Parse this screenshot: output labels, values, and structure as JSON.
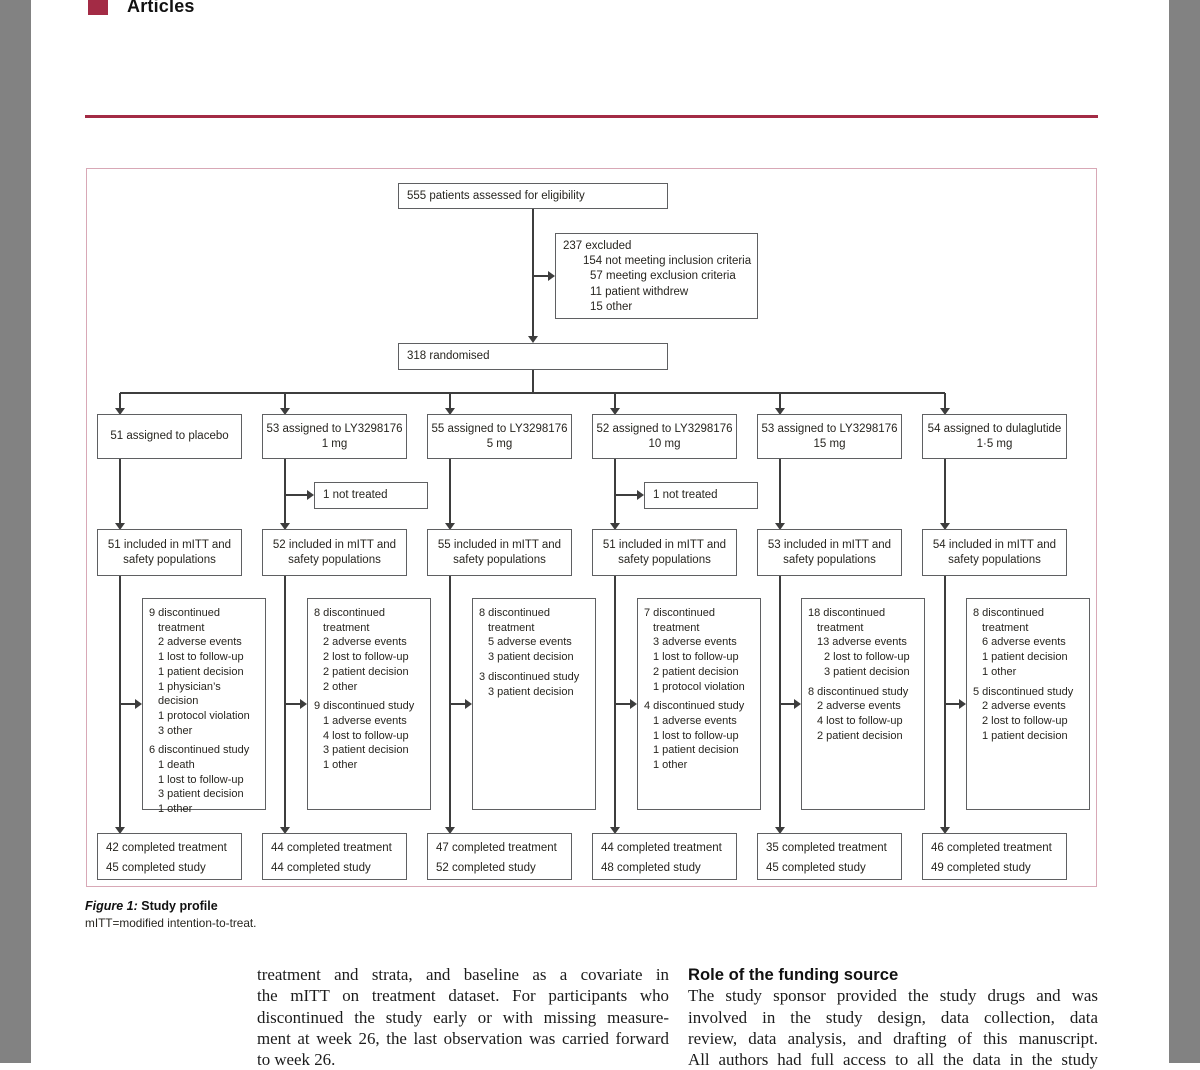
{
  "colors": {
    "accent": "#a32b45",
    "figure_border": "#d8a8b6",
    "connector_line": "#3d3d3d",
    "box_border": "#5f6062",
    "gutter": "#828282"
  },
  "header": {
    "label": "Articles"
  },
  "figure": {
    "caption": {
      "label": "Figure 1:",
      "title": "Study profile",
      "note": "mITT=modified intention-to-treat."
    },
    "flow": {
      "eligibility": "555 patients assessed for eligibility",
      "excluded": {
        "lines": [
          {
            "text": "237 excluded",
            "indent": 0
          },
          {
            "text": "154 not meeting inclusion criteria",
            "indent": 1
          },
          {
            "text": "57 meeting exclusion criteria",
            "indent": 2
          },
          {
            "text": "11 patient withdrew",
            "indent": 2
          },
          {
            "text": "15 other",
            "indent": 2
          }
        ]
      },
      "randomised": "318 randomised",
      "arms": [
        {
          "assigned_lines": [
            "51 assigned to placebo"
          ],
          "not_treated": null,
          "included_lines": [
            "51 included in mITT and",
            "safety populations"
          ],
          "discontinued_groups": [
            {
              "lines": [
                {
                  "text": "9 discontinued",
                  "indent": 0
                },
                {
                  "text": "treatment",
                  "indent": 1
                },
                {
                  "text": "2 adverse events",
                  "indent": 1
                },
                {
                  "text": "1 lost to follow-up",
                  "indent": 1
                },
                {
                  "text": "1 patient decision",
                  "indent": 1
                },
                {
                  "text": "1 physician’s decision",
                  "indent": 1
                },
                {
                  "text": "1 protocol violation",
                  "indent": 1
                },
                {
                  "text": "3 other",
                  "indent": 1
                }
              ]
            },
            {
              "lines": [
                {
                  "text": "6 discontinued study",
                  "indent": 0
                },
                {
                  "text": "1 death",
                  "indent": 1
                },
                {
                  "text": "1 lost to follow-up",
                  "indent": 1
                },
                {
                  "text": "3 patient decision",
                  "indent": 1
                },
                {
                  "text": "1 other",
                  "indent": 1
                }
              ]
            }
          ],
          "completed_lines": [
            "42 completed treatment",
            "45 completed study"
          ]
        },
        {
          "assigned_lines": [
            "53 assigned to LY3298176",
            "1 mg"
          ],
          "not_treated": "1 not treated",
          "included_lines": [
            "52 included in mITT and",
            "safety populations"
          ],
          "discontinued_groups": [
            {
              "lines": [
                {
                  "text": "8 discontinued",
                  "indent": 0
                },
                {
                  "text": "treatment",
                  "indent": 1
                },
                {
                  "text": "2 adverse events",
                  "indent": 1
                },
                {
                  "text": "2 lost to follow-up",
                  "indent": 1
                },
                {
                  "text": "2 patient decision",
                  "indent": 1
                },
                {
                  "text": "2 other",
                  "indent": 1
                }
              ]
            },
            {
              "lines": [
                {
                  "text": "9 discontinued study",
                  "indent": 0
                },
                {
                  "text": "1 adverse events",
                  "indent": 1
                },
                {
                  "text": "4 lost to follow-up",
                  "indent": 1
                },
                {
                  "text": "3 patient decision",
                  "indent": 1
                },
                {
                  "text": "1 other",
                  "indent": 1
                }
              ]
            }
          ],
          "completed_lines": [
            "44 completed treatment",
            "44 completed study"
          ]
        },
        {
          "assigned_lines": [
            "55 assigned to LY3298176",
            "5 mg"
          ],
          "not_treated": null,
          "included_lines": [
            "55 included in mITT and",
            "safety populations"
          ],
          "discontinued_groups": [
            {
              "lines": [
                {
                  "text": "8 discontinued",
                  "indent": 0
                },
                {
                  "text": "treatment",
                  "indent": 1
                },
                {
                  "text": "5 adverse events",
                  "indent": 1
                },
                {
                  "text": "3 patient decision",
                  "indent": 1
                }
              ]
            },
            {
              "lines": [
                {
                  "text": "3 discontinued study",
                  "indent": 0
                },
                {
                  "text": "3 patient decision",
                  "indent": 1
                }
              ]
            }
          ],
          "completed_lines": [
            "47 completed treatment",
            "52 completed study"
          ]
        },
        {
          "assigned_lines": [
            "52 assigned to LY3298176",
            "10 mg"
          ],
          "not_treated": "1 not treated",
          "included_lines": [
            "51 included in mITT and",
            "safety populations"
          ],
          "discontinued_groups": [
            {
              "lines": [
                {
                  "text": "7 discontinued",
                  "indent": 0
                },
                {
                  "text": "treatment",
                  "indent": 1
                },
                {
                  "text": "3 adverse events",
                  "indent": 1
                },
                {
                  "text": "1 lost to follow-up",
                  "indent": 1
                },
                {
                  "text": "2 patient decision",
                  "indent": 1
                },
                {
                  "text": "1 protocol violation",
                  "indent": 1
                }
              ]
            },
            {
              "lines": [
                {
                  "text": "4 discontinued study",
                  "indent": 0
                },
                {
                  "text": "1 adverse events",
                  "indent": 1
                },
                {
                  "text": "1 lost to follow-up",
                  "indent": 1
                },
                {
                  "text": "1 patient decision",
                  "indent": 1
                },
                {
                  "text": "1 other",
                  "indent": 1
                }
              ]
            }
          ],
          "completed_lines": [
            "44 completed treatment",
            "48 completed study"
          ]
        },
        {
          "assigned_lines": [
            "53 assigned to LY3298176",
            "15 mg"
          ],
          "not_treated": null,
          "included_lines": [
            "53 included in mITT and",
            "safety populations"
          ],
          "discontinued_groups": [
            {
              "lines": [
                {
                  "text": "18 discontinued",
                  "indent": 0
                },
                {
                  "text": "treatment",
                  "indent": 1
                },
                {
                  "text": "13 adverse events",
                  "indent": 1
                },
                {
                  "text": "2 lost to follow-up",
                  "indent": 2
                },
                {
                  "text": "3 patient decision",
                  "indent": 2
                }
              ]
            },
            {
              "lines": [
                {
                  "text": "8 discontinued study",
                  "indent": 0
                },
                {
                  "text": "2 adverse events",
                  "indent": 1
                },
                {
                  "text": "4 lost to follow-up",
                  "indent": 1
                },
                {
                  "text": "2 patient decision",
                  "indent": 1
                }
              ]
            }
          ],
          "completed_lines": [
            "35 completed treatment",
            "45 completed study"
          ]
        },
        {
          "assigned_lines": [
            "54 assigned to dulaglutide",
            "1·5 mg"
          ],
          "not_treated": null,
          "included_lines": [
            "54 included in mITT and",
            "safety populations"
          ],
          "discontinued_groups": [
            {
              "lines": [
                {
                  "text": "8 discontinued",
                  "indent": 0
                },
                {
                  "text": "treatment",
                  "indent": 1
                },
                {
                  "text": "6 adverse events",
                  "indent": 1
                },
                {
                  "text": "1 patient decision",
                  "indent": 1
                },
                {
                  "text": "1 other",
                  "indent": 1
                }
              ]
            },
            {
              "lines": [
                {
                  "text": "5 discontinued study",
                  "indent": 0
                },
                {
                  "text": "2 adverse events",
                  "indent": 1
                },
                {
                  "text": "2 lost to follow-up",
                  "indent": 1
                },
                {
                  "text": "1 patient decision",
                  "indent": 1
                }
              ]
            }
          ],
          "completed_lines": [
            "46 completed treatment",
            "49 completed study"
          ]
        }
      ]
    }
  },
  "body": {
    "left_column": {
      "flush_last": true,
      "lines": [
        "treatment and strata, and baseline as a covariate in",
        "the mITT on treatment dataset. For participants who",
        "discontinued the study early or with missing measure-",
        "ment at week 26, the last observation was carried forward",
        "to week 26."
      ]
    },
    "right_column": {
      "heading": "Role of the funding source",
      "flush_last": false,
      "lines": [
        "The study sponsor provided the study drugs and was",
        "involved in the study design, data collection, data",
        "review, data analysis, and drafting of this manuscript.",
        "All authors had full access to all the data in the study"
      ]
    }
  }
}
